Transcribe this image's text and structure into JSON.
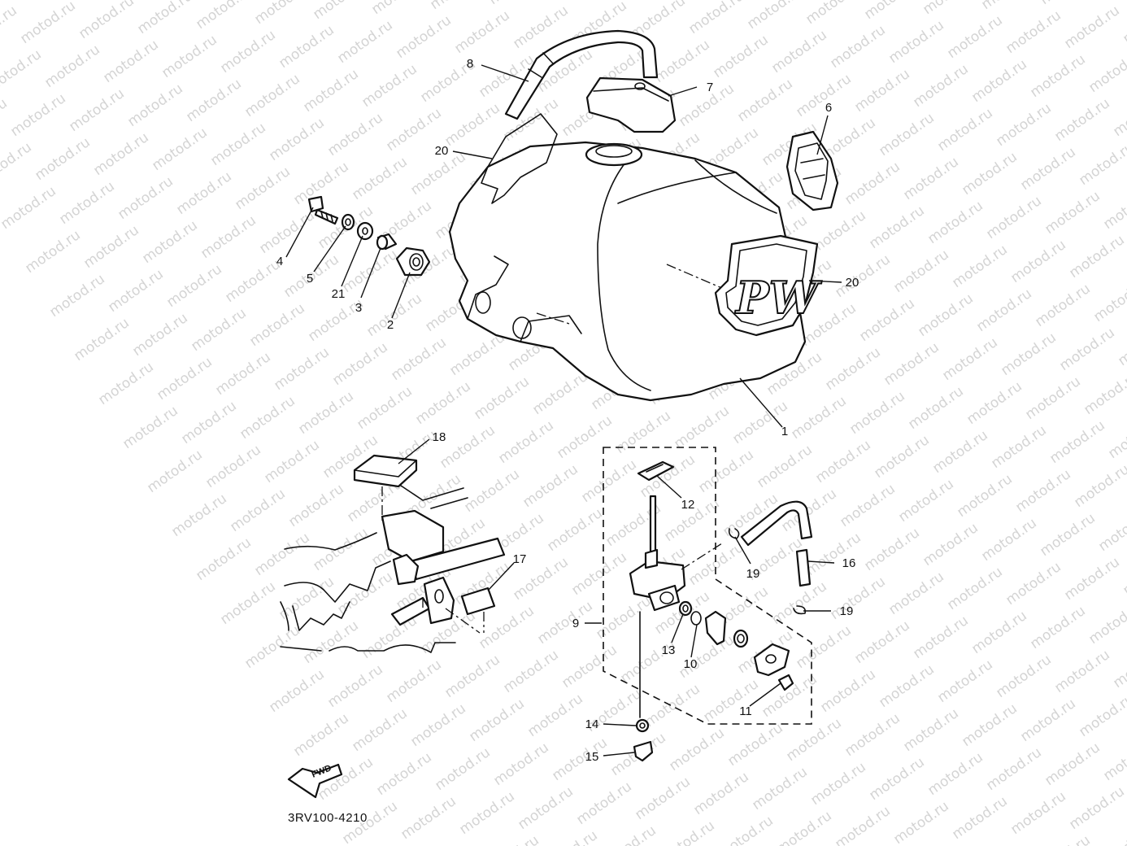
{
  "diagram": {
    "watermark": "motod.ru",
    "drawing_code": "3RV100-4210",
    "arrow_label": "FWD",
    "badge_text": "PW"
  },
  "callouts": [
    {
      "id": "c1",
      "label": "1"
    },
    {
      "id": "c2",
      "label": "2"
    },
    {
      "id": "c3",
      "label": "3"
    },
    {
      "id": "c4",
      "label": "4"
    },
    {
      "id": "c5",
      "label": "5"
    },
    {
      "id": "c6",
      "label": "6"
    },
    {
      "id": "c7",
      "label": "7"
    },
    {
      "id": "c8",
      "label": "8"
    },
    {
      "id": "c9",
      "label": "9"
    },
    {
      "id": "c10",
      "label": "10"
    },
    {
      "id": "c11",
      "label": "11"
    },
    {
      "id": "c12",
      "label": "12"
    },
    {
      "id": "c13",
      "label": "13"
    },
    {
      "id": "c14",
      "label": "14"
    },
    {
      "id": "c15",
      "label": "15"
    },
    {
      "id": "c16",
      "label": "16"
    },
    {
      "id": "c17",
      "label": "17"
    },
    {
      "id": "c18",
      "label": "18"
    },
    {
      "id": "c19a",
      "label": "19"
    },
    {
      "id": "c19b",
      "label": "19"
    },
    {
      "id": "c20a",
      "label": "20"
    },
    {
      "id": "c20b",
      "label": "20"
    },
    {
      "id": "c21",
      "label": "21"
    }
  ]
}
